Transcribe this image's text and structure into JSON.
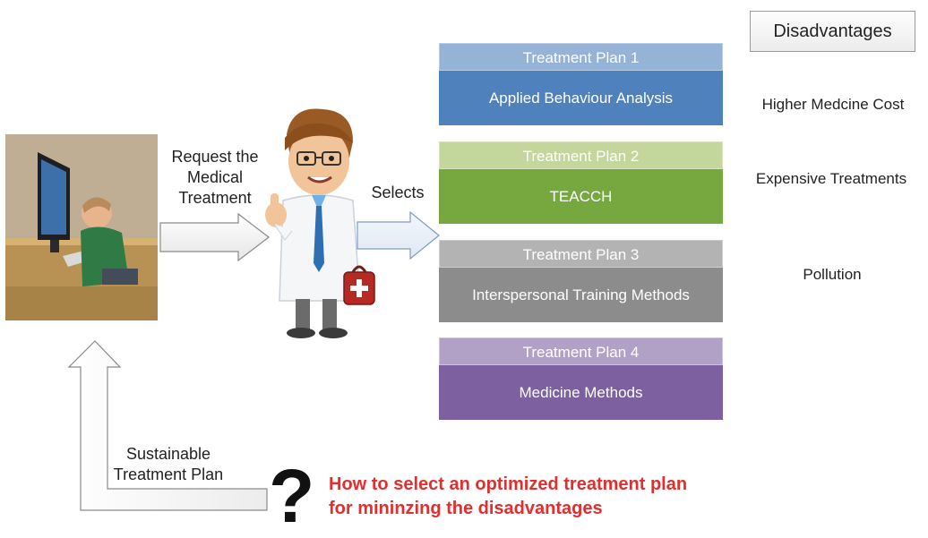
{
  "labels": {
    "request": "Request the Medical Treatment",
    "selects": "Selects",
    "sustainable": "Sustainable Treatment Plan"
  },
  "plans": [
    {
      "header": "Treatment Plan 1",
      "body": "Applied Behaviour Analysis",
      "header_color": "#95b3d7",
      "body_color": "#4f81bd"
    },
    {
      "header": "Treatment Plan 2",
      "body": "TEACCH",
      "header_color": "#c3d69b",
      "body_color": "#77a83f"
    },
    {
      "header": "Treatment Plan 3",
      "body": "Interspersonal Training Methods",
      "header_color": "#b3b3b3",
      "body_color": "#8c8c8c"
    },
    {
      "header": "Treatment Plan 4",
      "body": "Medicine Methods",
      "header_color": "#b2a1c7",
      "body_color": "#7d60a0"
    }
  ],
  "disadvantages": {
    "title": "Disadvantages",
    "items": [
      "Higher Medcine Cost",
      "Expensive Treatments",
      "Pollution"
    ]
  },
  "question": {
    "mark": "?",
    "text": "How to select an optimized treatment plan for mininzing the disadvantages",
    "color": "#e42d2d"
  }
}
